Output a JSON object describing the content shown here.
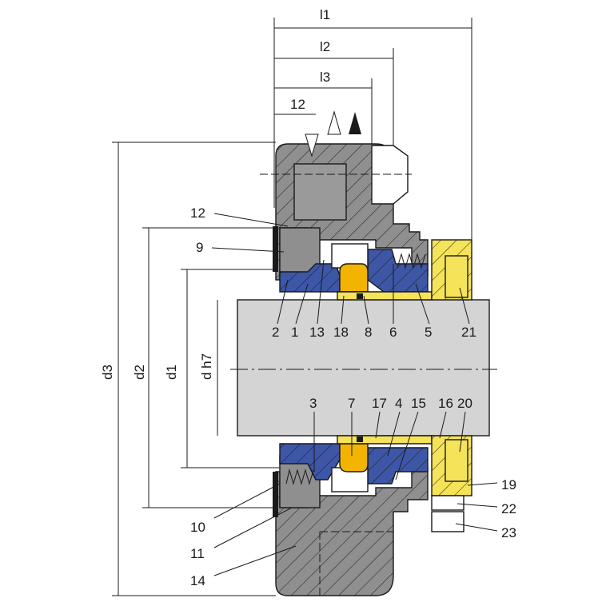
{
  "colors": {
    "housing": "#8f8f8f",
    "shaft": "#d4d4d4",
    "blue_parts": "#3d56a6",
    "yellow_sleeve": "#f5e35a",
    "orange_face": "#f2b400",
    "outline": "#1a1a1a"
  },
  "dimensions": {
    "l1": "l1",
    "l2": "l2",
    "l3": "l3",
    "dim12": "12",
    "d3": "d3",
    "d2": "d2",
    "d1": "d1",
    "dh7": "d h7"
  },
  "labels_top": [
    "2",
    "1",
    "13",
    "18",
    "8",
    "6",
    "5",
    "21"
  ],
  "labels_bottom": [
    "3",
    "7",
    "17",
    "4",
    "15",
    "16",
    "20"
  ],
  "labels_left": [
    "12",
    "9",
    "10",
    "11",
    "14"
  ],
  "labels_right": [
    "19",
    "22",
    "23"
  ]
}
